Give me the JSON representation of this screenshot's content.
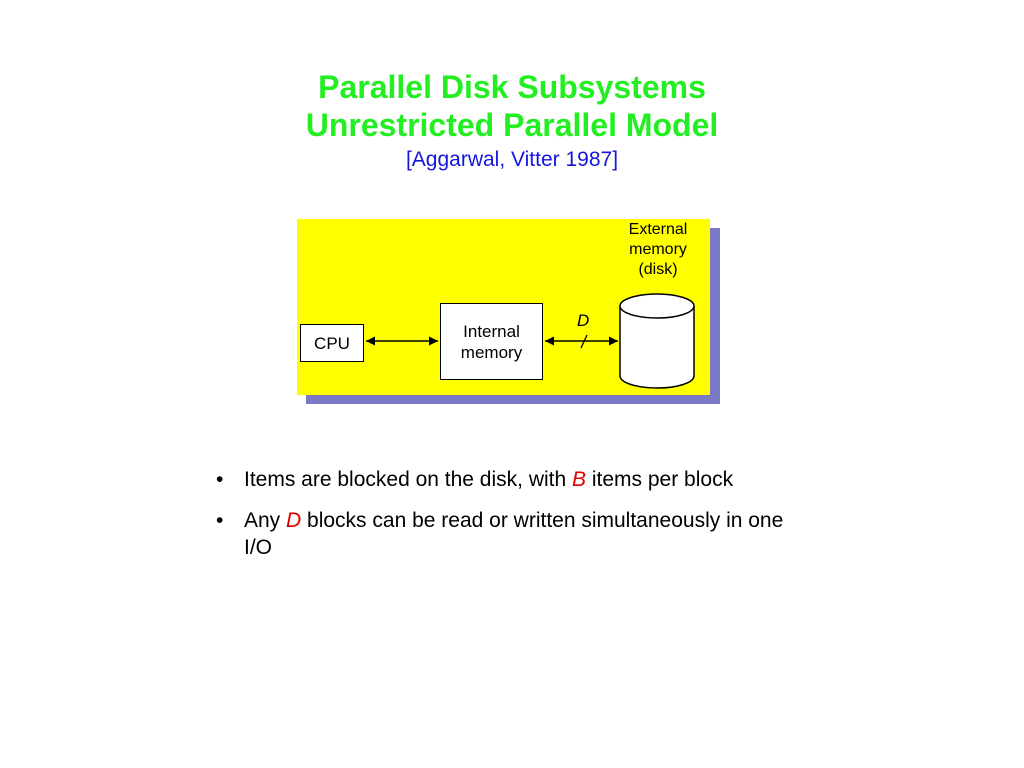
{
  "slide": {
    "title_line1": "Parallel Disk Subsystems",
    "title_line2": "Unrestricted Parallel Model",
    "citation": "[Aggarwal, Vitter 1987]"
  },
  "diagram": {
    "cpu_label": "CPU",
    "internal_memory_line1": "Internal",
    "internal_memory_line2": "memory",
    "external_memory_line1": "External",
    "external_memory_line2": "memory",
    "external_memory_line3": "(disk)",
    "parallel_label": "D",
    "panel_color": "#ffff00",
    "shadow_color": "#7a7ac4"
  },
  "bullets": {
    "marker": "•",
    "item1_before": "Items are blocked on the disk, with ",
    "item1_var": "B",
    "item1_after": " items per block",
    "item2_before": "Any ",
    "item2_var": "D",
    "item2_after": " blocks can be read or written simultaneously in one I/O"
  },
  "colors": {
    "title": "#22ee22",
    "citation": "#1515e0",
    "variable": "#e00000"
  }
}
